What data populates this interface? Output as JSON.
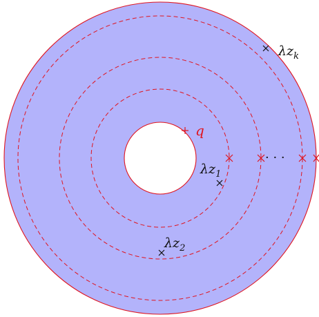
{
  "diagram": {
    "labels": {
      "q": "q",
      "lambda_z1_main": "λz",
      "lambda_z1_sub": "1",
      "lambda_z2_main": "λz",
      "lambda_z2_sub": "2",
      "lambda_zk_main": "λz",
      "lambda_zk_sub": "k",
      "ellipsis": "· · ·"
    },
    "colors": {
      "annulus_fill": "#b3b3fb",
      "boundary": "#e0141e",
      "marks": "#111111",
      "hole": "#ffffff"
    }
  }
}
